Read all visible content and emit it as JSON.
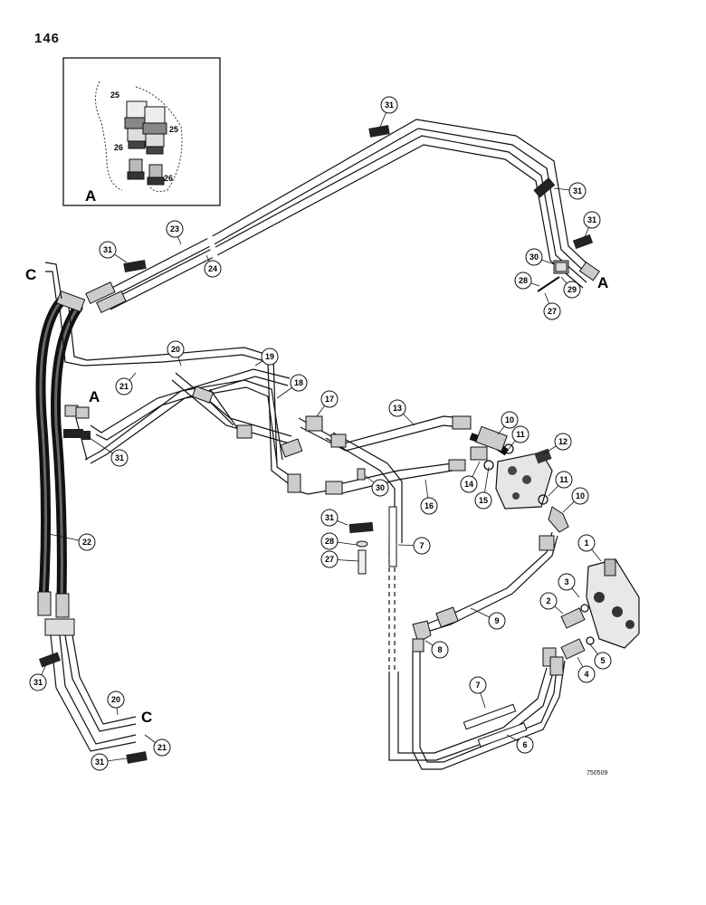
{
  "page_number": "146",
  "drawing_code": "750509",
  "inset": {
    "label": "A",
    "callouts": [
      "25",
      "25",
      "26",
      "26"
    ]
  },
  "letters": {
    "c_top": "C",
    "a_top_right": "A",
    "a_left": "A",
    "c_bottom": "C"
  },
  "callouts": [
    "31",
    "31",
    "31",
    "23",
    "24",
    "31",
    "30",
    "28",
    "29",
    "27",
    "20",
    "19",
    "21",
    "18",
    "17",
    "13",
    "10",
    "11",
    "12",
    "31",
    "14",
    "15",
    "30",
    "16",
    "11",
    "10",
    "31",
    "22",
    "28",
    "7",
    "27",
    "1",
    "3",
    "2",
    "9",
    "8",
    "5",
    "4",
    "31",
    "20",
    "21",
    "7",
    "31",
    "6"
  ]
}
